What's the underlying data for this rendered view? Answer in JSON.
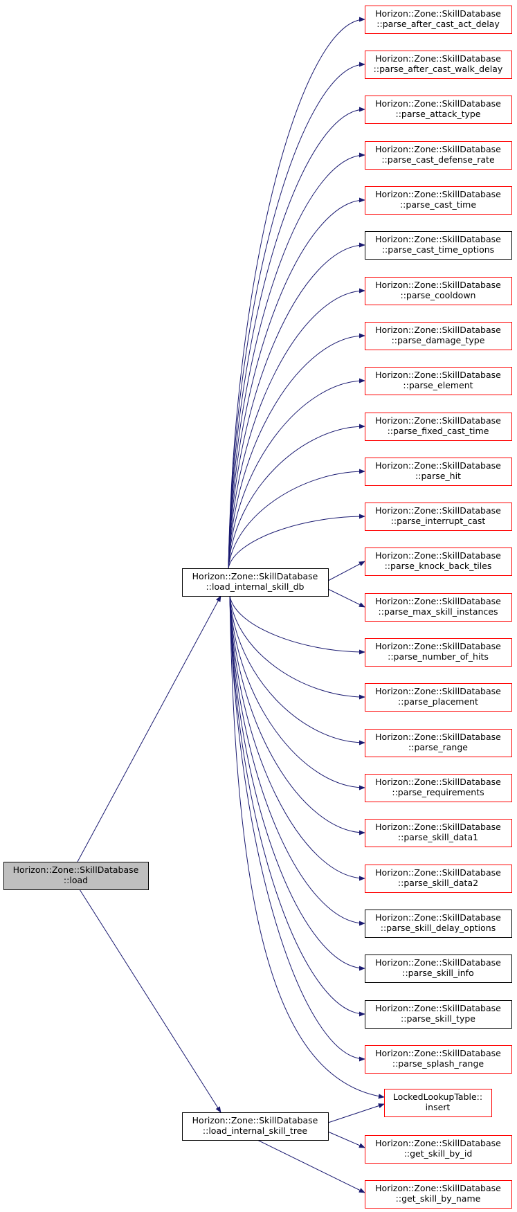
{
  "colors": {
    "edge": "#191970",
    "border_red": "#ff0000",
    "border_black": "#000000",
    "root_fill": "#bfbfbf",
    "node_fill": "#ffffff"
  },
  "nodes": {
    "root": {
      "line1": "Horizon::Zone::SkillDatabase",
      "line2": "::load",
      "style": "root"
    },
    "load_db": {
      "line1": "Horizon::Zone::SkillDatabase",
      "line2": "::load_internal_skill_db",
      "style": "black"
    },
    "load_tree": {
      "line1": "Horizon::Zone::SkillDatabase",
      "line2": "::load_internal_skill_tree",
      "style": "black"
    },
    "t0": {
      "line1": "Horizon::Zone::SkillDatabase",
      "line2": "::parse_after_cast_act_delay",
      "style": "red"
    },
    "t1": {
      "line1": "Horizon::Zone::SkillDatabase",
      "line2": "::parse_after_cast_walk_delay",
      "style": "red"
    },
    "t2": {
      "line1": "Horizon::Zone::SkillDatabase",
      "line2": "::parse_attack_type",
      "style": "red"
    },
    "t3": {
      "line1": "Horizon::Zone::SkillDatabase",
      "line2": "::parse_cast_defense_rate",
      "style": "red"
    },
    "t4": {
      "line1": "Horizon::Zone::SkillDatabase",
      "line2": "::parse_cast_time",
      "style": "red"
    },
    "t5": {
      "line1": "Horizon::Zone::SkillDatabase",
      "line2": "::parse_cast_time_options",
      "style": "black"
    },
    "t6": {
      "line1": "Horizon::Zone::SkillDatabase",
      "line2": "::parse_cooldown",
      "style": "red"
    },
    "t7": {
      "line1": "Horizon::Zone::SkillDatabase",
      "line2": "::parse_damage_type",
      "style": "red"
    },
    "t8": {
      "line1": "Horizon::Zone::SkillDatabase",
      "line2": "::parse_element",
      "style": "red"
    },
    "t9": {
      "line1": "Horizon::Zone::SkillDatabase",
      "line2": "::parse_fixed_cast_time",
      "style": "red"
    },
    "t10": {
      "line1": "Horizon::Zone::SkillDatabase",
      "line2": "::parse_hit",
      "style": "red"
    },
    "t11": {
      "line1": "Horizon::Zone::SkillDatabase",
      "line2": "::parse_interrupt_cast",
      "style": "red"
    },
    "t12": {
      "line1": "Horizon::Zone::SkillDatabase",
      "line2": "::parse_knock_back_tiles",
      "style": "red"
    },
    "t13": {
      "line1": "Horizon::Zone::SkillDatabase",
      "line2": "::parse_max_skill_instances",
      "style": "red"
    },
    "t14": {
      "line1": "Horizon::Zone::SkillDatabase",
      "line2": "::parse_number_of_hits",
      "style": "red"
    },
    "t15": {
      "line1": "Horizon::Zone::SkillDatabase",
      "line2": "::parse_placement",
      "style": "red"
    },
    "t16": {
      "line1": "Horizon::Zone::SkillDatabase",
      "line2": "::parse_range",
      "style": "red"
    },
    "t17": {
      "line1": "Horizon::Zone::SkillDatabase",
      "line2": "::parse_requirements",
      "style": "red"
    },
    "t18": {
      "line1": "Horizon::Zone::SkillDatabase",
      "line2": "::parse_skill_data1",
      "style": "red"
    },
    "t19": {
      "line1": "Horizon::Zone::SkillDatabase",
      "line2": "::parse_skill_data2",
      "style": "red"
    },
    "t20": {
      "line1": "Horizon::Zone::SkillDatabase",
      "line2": "::parse_skill_delay_options",
      "style": "black"
    },
    "t21": {
      "line1": "Horizon::Zone::SkillDatabase",
      "line2": "::parse_skill_info",
      "style": "black"
    },
    "t22": {
      "line1": "Horizon::Zone::SkillDatabase",
      "line2": "::parse_skill_type",
      "style": "black"
    },
    "t23": {
      "line1": "Horizon::Zone::SkillDatabase",
      "line2": "::parse_splash_range",
      "style": "red"
    },
    "insert": {
      "line1": "LockedLookupTable::",
      "line2": "insert",
      "style": "red"
    },
    "get_by_id": {
      "line1": "Horizon::Zone::SkillDatabase",
      "line2": "::get_skill_by_id",
      "style": "red"
    },
    "get_by_name": {
      "line1": "Horizon::Zone::SkillDatabase",
      "line2": "::get_skill_by_name",
      "style": "red"
    }
  },
  "edges": [
    {
      "from": "root",
      "to": "load_db"
    },
    {
      "from": "root",
      "to": "load_tree"
    },
    {
      "from": "load_db",
      "to": "t0"
    },
    {
      "from": "load_db",
      "to": "t1"
    },
    {
      "from": "load_db",
      "to": "t2"
    },
    {
      "from": "load_db",
      "to": "t3"
    },
    {
      "from": "load_db",
      "to": "t4"
    },
    {
      "from": "load_db",
      "to": "t5"
    },
    {
      "from": "load_db",
      "to": "t6"
    },
    {
      "from": "load_db",
      "to": "t7"
    },
    {
      "from": "load_db",
      "to": "t8"
    },
    {
      "from": "load_db",
      "to": "t9"
    },
    {
      "from": "load_db",
      "to": "t10"
    },
    {
      "from": "load_db",
      "to": "t11"
    },
    {
      "from": "load_db",
      "to": "t12"
    },
    {
      "from": "load_db",
      "to": "t13"
    },
    {
      "from": "load_db",
      "to": "t14"
    },
    {
      "from": "load_db",
      "to": "t15"
    },
    {
      "from": "load_db",
      "to": "t16"
    },
    {
      "from": "load_db",
      "to": "t17"
    },
    {
      "from": "load_db",
      "to": "t18"
    },
    {
      "from": "load_db",
      "to": "t19"
    },
    {
      "from": "load_db",
      "to": "t20"
    },
    {
      "from": "load_db",
      "to": "t21"
    },
    {
      "from": "load_db",
      "to": "t22"
    },
    {
      "from": "load_db",
      "to": "t23"
    },
    {
      "from": "load_db",
      "to": "insert"
    },
    {
      "from": "load_tree",
      "to": "insert"
    },
    {
      "from": "load_tree",
      "to": "get_by_id"
    },
    {
      "from": "load_tree",
      "to": "get_by_name"
    }
  ]
}
